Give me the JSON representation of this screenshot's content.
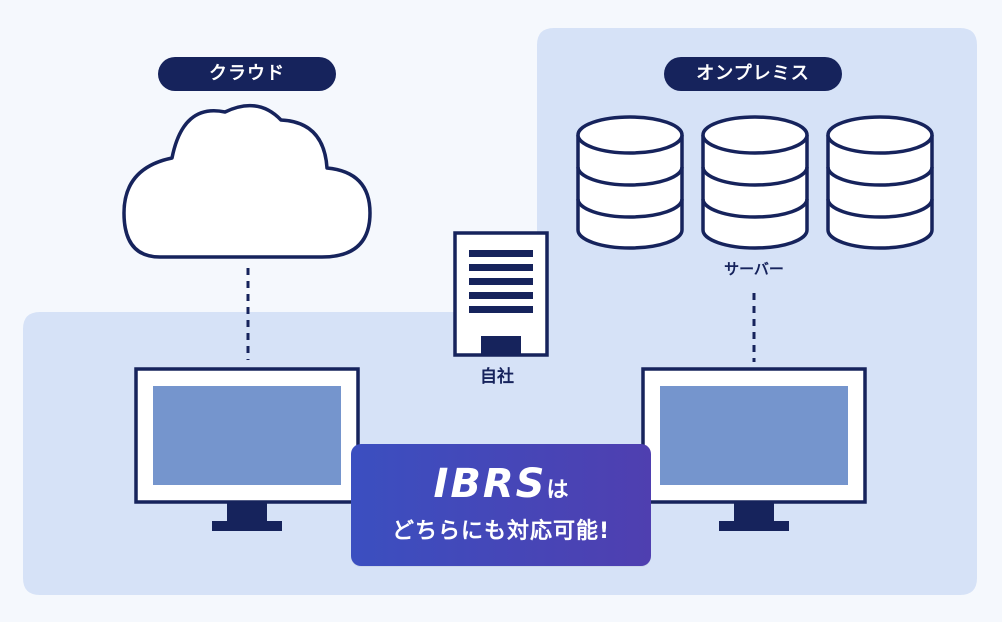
{
  "labels": {
    "cloud": "クラウド",
    "onprem": "オンプレミス",
    "server": "サーバー",
    "inhouse": "自社"
  },
  "callout": {
    "brand": "IBRS",
    "particle": "は",
    "message": "どちらにも対応可能!"
  },
  "colors": {
    "navy": "#16235c",
    "panel": "#d6e2f7",
    "screen": "#7595cd",
    "background": "#f5f8fd",
    "callout_start": "#3b4fc0",
    "callout_end": "#4f3fb0"
  }
}
